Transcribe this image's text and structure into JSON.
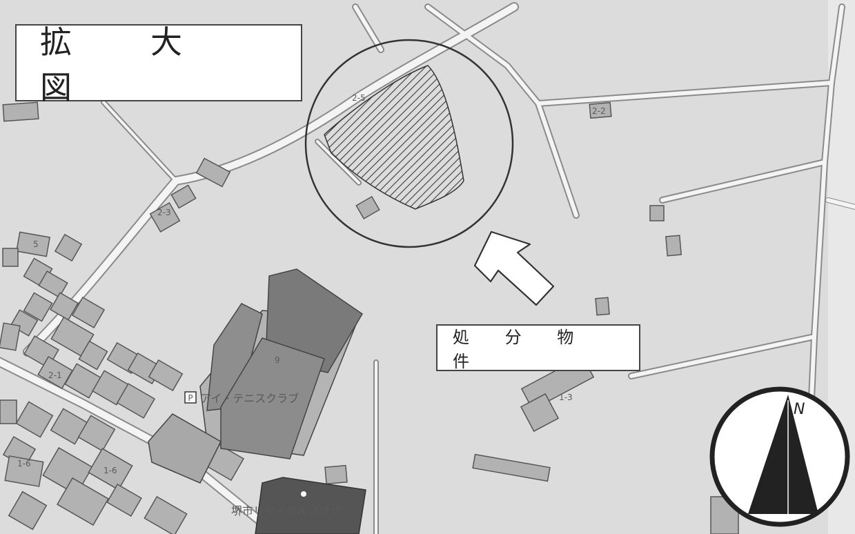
{
  "map": {
    "title": "拡　大　図",
    "target_label": "処 分 物 件",
    "facility_tennis": "アイ・テニスクラブ",
    "facility_recycle": "堺市リサイクルプラザ",
    "parking_symbol": "P",
    "lot_numbers": [
      "2-5",
      "2-2",
      "2-3",
      "5",
      "2-1",
      "9",
      "1-3",
      "1-6",
      "1-6"
    ],
    "north_label": "N",
    "colors": {
      "background": "#dcdcdc",
      "road": "#f4f4f4",
      "building": "#aaaaaa",
      "dark_building": "#6e6e6e",
      "outline": "#333333"
    }
  }
}
